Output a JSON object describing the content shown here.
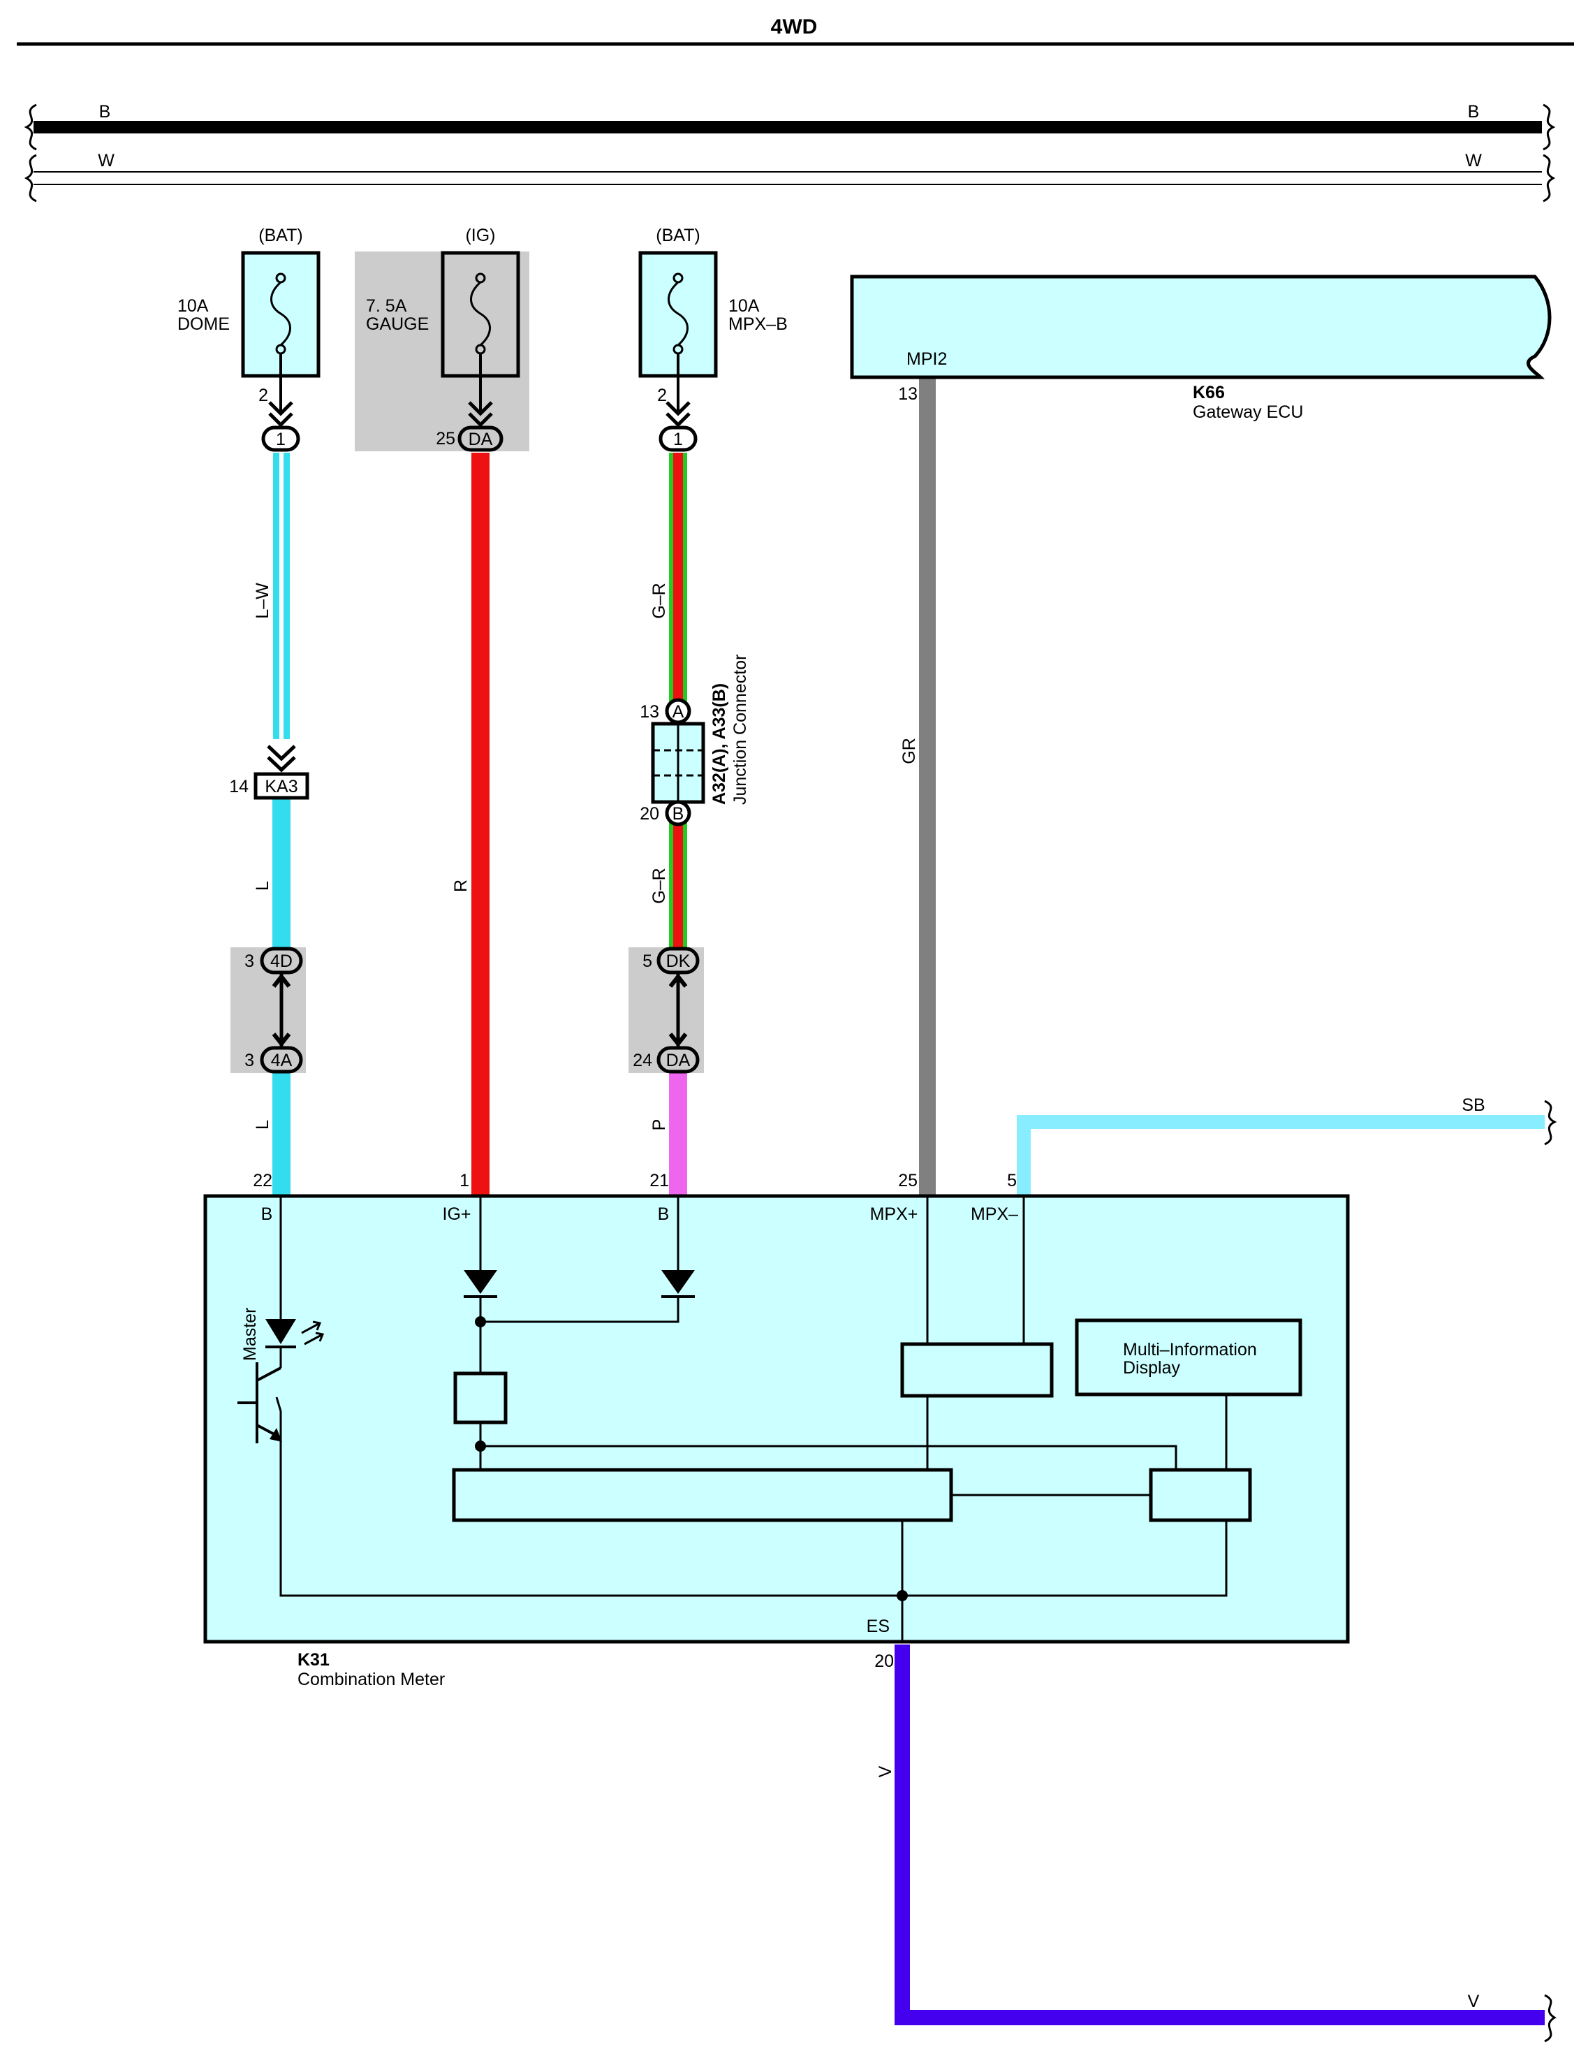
{
  "title": "4WD",
  "colors": {
    "component_fill": "#ccffff",
    "splice_fill": "#cccccc",
    "wire_black": "#000000",
    "wire_white": "#ffffff",
    "wire_L": "#33ddee",
    "wire_R": "#ee1111",
    "wire_G": "#22cc22",
    "wire_P": "#ee66ee",
    "wire_GR": "#808080",
    "wire_SB": "#88eeff",
    "wire_V": "#4400ee"
  },
  "bus": {
    "b_left": "B",
    "b_right": "B",
    "w_left": "W",
    "w_right": "W"
  },
  "fuses": {
    "dome": {
      "source": "(BAT)",
      "rating": "10A",
      "name": "DOME",
      "pin": "2",
      "conn": "1"
    },
    "gauge": {
      "source": "(IG)",
      "rating": "7. 5A",
      "name": "GAUGE",
      "pin": "25",
      "conn": "DA"
    },
    "mpxb": {
      "source": "(BAT)",
      "rating": "10A",
      "name": "MPX–B",
      "pin": "2",
      "conn": "1"
    }
  },
  "gateway": {
    "code": "K66",
    "name": "Gateway ECU",
    "terminal": "MPI2",
    "pin": "13",
    "wire": "GR"
  },
  "wires": {
    "lw": "L–W",
    "l1": "L",
    "l2": "L",
    "r": "R",
    "gr1": "G–R",
    "gr2": "G–R",
    "p": "P",
    "sb": "SB",
    "v1": "V",
    "v2": "V"
  },
  "connectors": {
    "ka3": {
      "pin": "14",
      "label": "KA3"
    },
    "c4d": {
      "pin": "3",
      "label": "4D"
    },
    "c4a": {
      "pin": "3",
      "label": "4A"
    },
    "dk": {
      "pin": "5",
      "label": "DK"
    },
    "da2": {
      "pin": "24",
      "label": "DA"
    },
    "ja": {
      "pin": "13",
      "label": "A"
    },
    "jb": {
      "pin": "20",
      "label": "B"
    }
  },
  "junction": {
    "code": "A32(A), A33(B)",
    "name": "Junction Connector"
  },
  "meter": {
    "code": "K31",
    "name": "Combination Meter",
    "pins": {
      "b1": "22",
      "ig": "1",
      "b2": "21",
      "mpxp": "25",
      "mpxm": "5",
      "es": "20"
    },
    "terminals": {
      "b1": "B",
      "ig": "IG+",
      "b2": "B",
      "mpxp": "MPX+",
      "mpxm": "MPX–",
      "es": "ES"
    },
    "master": "Master",
    "mid_line1": "Multi–Information",
    "mid_line2": "Display"
  }
}
